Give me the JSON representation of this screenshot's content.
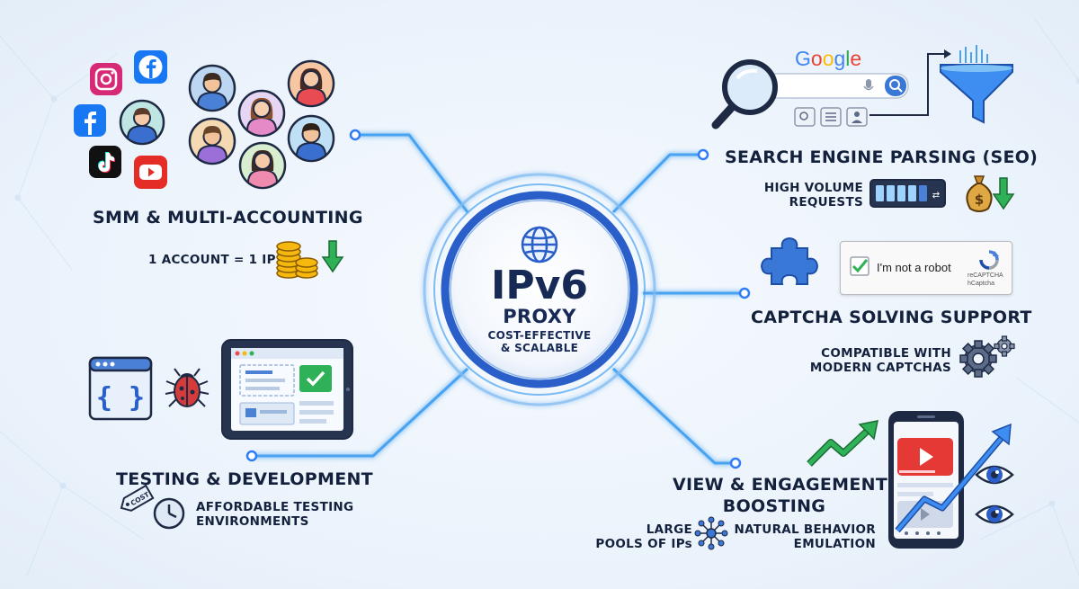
{
  "hub": {
    "title": "IPv6",
    "subtitle": "PROXY",
    "tagline_line1": "COST-EFFECTIVE",
    "tagline_line2": "& SCALABLE",
    "icon": "globe-icon"
  },
  "branches": {
    "smm": {
      "title": "SMM & MULTI-ACCOUNTING",
      "note": "1 ACCOUNT = 1 IP",
      "icons": [
        "instagram-icon",
        "facebook-icon",
        "tiktok-icon",
        "youtube-icon",
        "user-avatar-icon",
        "coins-icon",
        "arrow-down-icon"
      ]
    },
    "testing": {
      "title": "TESTING & DEVELOPMENT",
      "note_line1": "AFFORDABLE TESTING",
      "note_line2": "ENVIRONMENTS",
      "cost_tag": "COST",
      "icons": [
        "code-window-icon",
        "bug-icon",
        "tablet-icon",
        "price-tag-icon",
        "clock-icon"
      ]
    },
    "seo": {
      "title": "SEARCH ENGINE PARSING (SEO)",
      "note_line1": "HIGH VOLUME",
      "note_line2": "REQUESTS",
      "search_logo": "Google",
      "icons": [
        "magnifier-icon",
        "funnel-icon",
        "server-rack-icon",
        "money-bag-icon",
        "arrow-down-icon"
      ]
    },
    "captcha": {
      "title": "CAPTCHA SOLVING SUPPORT",
      "note_line1": "COMPATIBLE WITH",
      "note_line2": "MODERN CAPTCHAS",
      "widget_label": "I'm not a robot",
      "widget_brand1": "reCAPTCHA",
      "widget_brand2": "hCaptcha",
      "icons": [
        "puzzle-icon",
        "checkmark-icon",
        "gears-icon"
      ]
    },
    "views": {
      "title_line1": "VIEW & ENGAGEMENT",
      "title_line2": "BOOSTING",
      "note_left_line1": "LARGE",
      "note_left_line2": "POOLS OF IPs",
      "note_right_line1": "NATURAL BEHAVIOR",
      "note_right_line2": "EMULATION",
      "icons": [
        "trend-up-icon",
        "phone-video-icon",
        "eye-icon",
        "network-icon"
      ]
    }
  },
  "colors": {
    "accent": "#2e7cf6",
    "wire": "#4aa3f0",
    "navy": "#172a55",
    "green": "#2fb157",
    "red": "#e53935",
    "gold": "#f2b705"
  }
}
